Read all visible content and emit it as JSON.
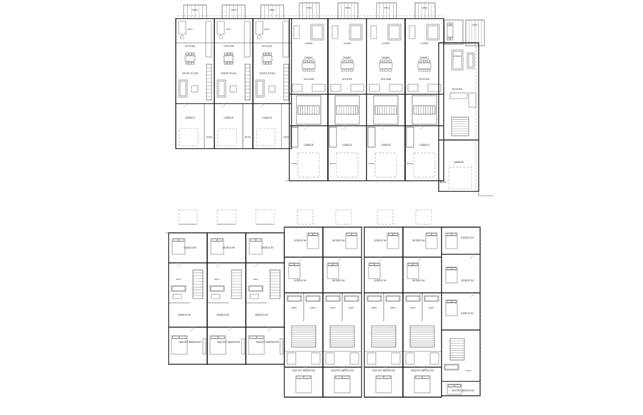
{
  "plan": {
    "upper_level": {
      "units": [
        {
          "rooms": [
            "DECK",
            "BATH",
            "KITCHEN",
            "GREAT ROOM",
            "GARAGE",
            "ENTRY"
          ]
        },
        {
          "rooms": [
            "DECK",
            "BATH",
            "KITCHEN",
            "GREAT ROOM",
            "GARAGE",
            "ENTRY"
          ]
        },
        {
          "rooms": [
            "DECK",
            "BATH",
            "KITCHEN",
            "GREAT ROOM",
            "GARAGE",
            "ENTRY"
          ]
        },
        {
          "rooms": [
            "DECK",
            "LIVING",
            "DINING",
            "KITCHEN",
            "GARAGE",
            "ENTRY"
          ]
        },
        {
          "rooms": [
            "DECK",
            "LIVING",
            "DINING",
            "KITCHEN",
            "GARAGE",
            "ENTRY"
          ]
        },
        {
          "rooms": [
            "DECK",
            "LIVING",
            "DINING",
            "KITCHEN",
            "GARAGE",
            "ENTRY"
          ]
        },
        {
          "rooms": [
            "DECK",
            "LIVING",
            "DINING",
            "KITCHEN",
            "GARAGE",
            "ENTRY"
          ]
        },
        {
          "rooms": [
            "DECK",
            "LIVING",
            "KITCHEN",
            "GARAGE",
            "ENTRY"
          ]
        }
      ]
    },
    "lower_level": {
      "units": [
        {
          "rooms": [
            "BEDROOM",
            "BATH",
            "BEDROOM",
            "MASTER BEDROOM"
          ]
        },
        {
          "rooms": [
            "BEDROOM",
            "BATH",
            "BEDROOM",
            "MASTER BEDROOM"
          ]
        },
        {
          "rooms": [
            "BEDROOM",
            "BATH",
            "BEDROOM",
            "MASTER BEDROOM"
          ]
        },
        {
          "rooms": [
            "BEDROOM",
            "BEDROOM",
            "BATH",
            "BATH",
            "MASTER BEDROOM"
          ]
        },
        {
          "rooms": [
            "BEDROOM",
            "BEDROOM",
            "BATH",
            "BATH",
            "MASTER BEDROOM"
          ]
        },
        {
          "rooms": [
            "BEDROOM",
            "BEDROOM",
            "BATH",
            "BATH",
            "MASTER BEDROOM"
          ]
        },
        {
          "rooms": [
            "BEDROOM",
            "BEDROOM",
            "BATH",
            "BATH",
            "MASTER BEDROOM"
          ]
        },
        {
          "rooms": [
            "BEDROOM",
            "BEDROOM",
            "BEDROOM",
            "BATH",
            "MASTER BEDROOM"
          ]
        }
      ]
    }
  }
}
